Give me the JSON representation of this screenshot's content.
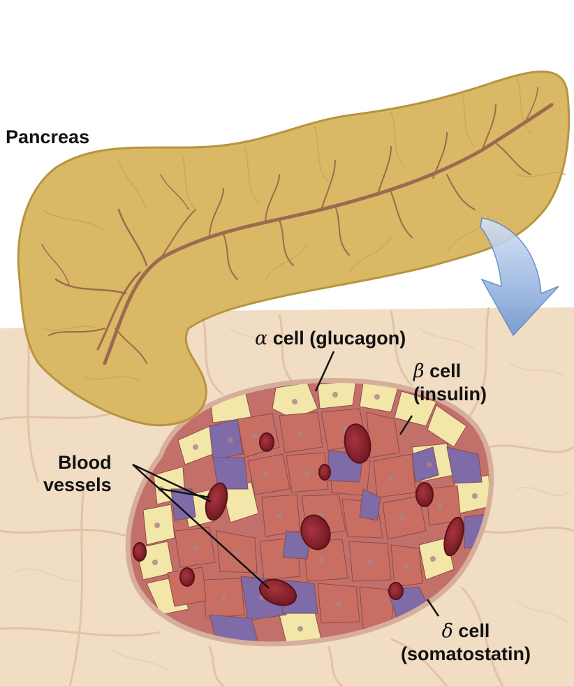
{
  "labels": {
    "pancreas": "Pancreas",
    "alpha_symbol": "α",
    "alpha_text": " cell (glucagon)",
    "beta_symbol": "β",
    "beta_line1": " cell",
    "beta_line2": "(insulin)",
    "blood_line1": "Blood",
    "blood_line2": "vessels",
    "delta_symbol": "δ",
    "delta_line1": " cell",
    "delta_line2": "(somatostatin)"
  },
  "colors": {
    "pancreas_fill": "#D9B866",
    "duct": "#9C6A4E",
    "tissue": "#F1DCC4",
    "islet_boundary": "#C89A8A",
    "alpha_cell": "#F2E6A8",
    "beta_cell": "#C96E62",
    "delta_cell": "#7E6BA8",
    "blood_vessel": "#7E1E28",
    "arrow": "#7DA2D6"
  }
}
